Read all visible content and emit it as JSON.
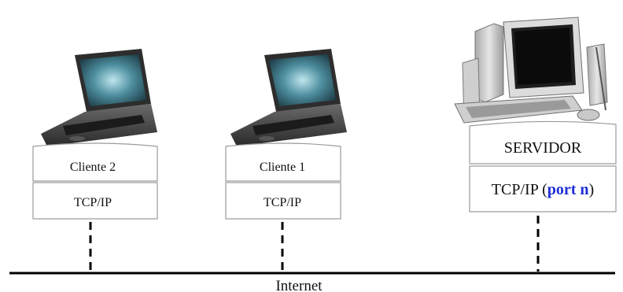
{
  "nodes": {
    "client2": {
      "label": "Cliente  2",
      "protocol": "TCP/IP"
    },
    "client1": {
      "label": "Cliente  1",
      "protocol": "TCP/IP"
    },
    "server": {
      "label": "SERVIDOR",
      "protocol": "TCP/IP (",
      "port": "port n",
      "protocol_close": ")"
    }
  },
  "network": {
    "label": "Internet"
  },
  "colors": {
    "port_text": "#1f2dd6",
    "line": "#000000",
    "box_border": "#9a9a9a"
  }
}
